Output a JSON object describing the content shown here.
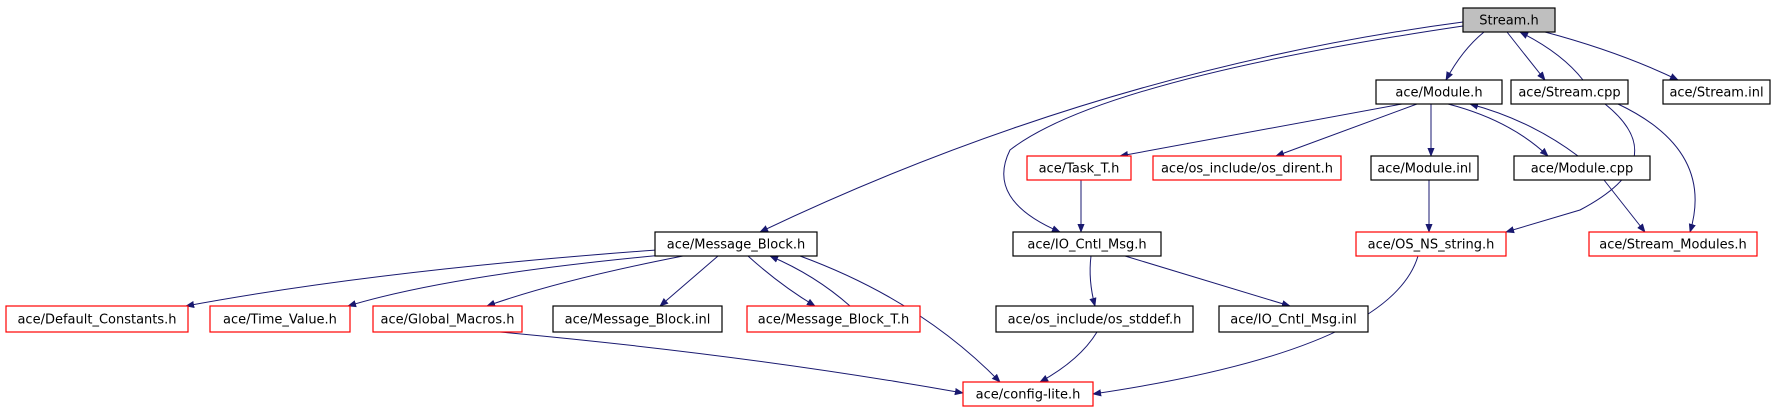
{
  "colors": {
    "edge": "#191970",
    "node_border_default": "#000000",
    "node_border_truncated": "#ff0000",
    "root_fill": "#bfbfbf",
    "node_fill": "#ffffff"
  },
  "nodes": [
    {
      "id": "stream_h",
      "label": "Stream.h",
      "kind": "root"
    },
    {
      "id": "module_h",
      "label": "ace/Module.h",
      "kind": "normal"
    },
    {
      "id": "stream_cpp",
      "label": "ace/Stream.cpp",
      "kind": "normal"
    },
    {
      "id": "stream_inl",
      "label": "ace/Stream.inl",
      "kind": "normal"
    },
    {
      "id": "task_t_h",
      "label": "ace/Task_T.h",
      "kind": "truncated"
    },
    {
      "id": "os_dirent_h",
      "label": "ace/os_include/os_dirent.h",
      "kind": "truncated"
    },
    {
      "id": "module_inl",
      "label": "ace/Module.inl",
      "kind": "normal"
    },
    {
      "id": "module_cpp",
      "label": "ace/Module.cpp",
      "kind": "normal"
    },
    {
      "id": "message_block_h",
      "label": "ace/Message_Block.h",
      "kind": "normal"
    },
    {
      "id": "io_cntl_msg_h",
      "label": "ace/IO_Cntl_Msg.h",
      "kind": "normal"
    },
    {
      "id": "os_ns_string_h",
      "label": "ace/OS_NS_string.h",
      "kind": "truncated"
    },
    {
      "id": "stream_modules_h",
      "label": "ace/Stream_Modules.h",
      "kind": "truncated"
    },
    {
      "id": "default_constants_h",
      "label": "ace/Default_Constants.h",
      "kind": "truncated"
    },
    {
      "id": "time_value_h",
      "label": "ace/Time_Value.h",
      "kind": "truncated"
    },
    {
      "id": "global_macros_h",
      "label": "ace/Global_Macros.h",
      "kind": "truncated"
    },
    {
      "id": "message_block_inl",
      "label": "ace/Message_Block.inl",
      "kind": "normal"
    },
    {
      "id": "message_block_t_h",
      "label": "ace/Message_Block_T.h",
      "kind": "truncated"
    },
    {
      "id": "os_stddef_h",
      "label": "ace/os_include/os_stddef.h",
      "kind": "normal"
    },
    {
      "id": "io_cntl_msg_inl",
      "label": "ace/IO_Cntl_Msg.inl",
      "kind": "normal"
    },
    {
      "id": "config_lite_h",
      "label": "ace/config-lite.h",
      "kind": "truncated"
    }
  ],
  "edges": [
    {
      "from": "stream_h",
      "to": "module_h"
    },
    {
      "from": "stream_h",
      "to": "stream_cpp"
    },
    {
      "from": "stream_h",
      "to": "stream_inl"
    },
    {
      "from": "stream_h",
      "to": "message_block_h"
    },
    {
      "from": "stream_h",
      "to": "io_cntl_msg_h"
    },
    {
      "from": "stream_cpp",
      "to": "stream_h"
    },
    {
      "from": "stream_cpp",
      "to": "os_ns_string_h"
    },
    {
      "from": "stream_cpp",
      "to": "stream_modules_h"
    },
    {
      "from": "module_h",
      "to": "task_t_h"
    },
    {
      "from": "module_h",
      "to": "os_dirent_h"
    },
    {
      "from": "module_h",
      "to": "module_inl"
    },
    {
      "from": "module_h",
      "to": "module_cpp"
    },
    {
      "from": "module_cpp",
      "to": "module_h"
    },
    {
      "from": "module_cpp",
      "to": "stream_modules_h"
    },
    {
      "from": "module_inl",
      "to": "os_ns_string_h"
    },
    {
      "from": "task_t_h",
      "to": "io_cntl_msg_h"
    },
    {
      "from": "io_cntl_msg_h",
      "to": "os_stddef_h"
    },
    {
      "from": "io_cntl_msg_h",
      "to": "io_cntl_msg_inl"
    },
    {
      "from": "os_stddef_h",
      "to": "config_lite_h"
    },
    {
      "from": "os_ns_string_h",
      "to": "config_lite_h"
    },
    {
      "from": "message_block_h",
      "to": "default_constants_h"
    },
    {
      "from": "message_block_h",
      "to": "time_value_h"
    },
    {
      "from": "message_block_h",
      "to": "global_macros_h"
    },
    {
      "from": "message_block_h",
      "to": "message_block_inl"
    },
    {
      "from": "message_block_h",
      "to": "message_block_t_h"
    },
    {
      "from": "message_block_h",
      "to": "config_lite_h"
    },
    {
      "from": "message_block_t_h",
      "to": "message_block_h"
    },
    {
      "from": "global_macros_h",
      "to": "config_lite_h"
    }
  ]
}
